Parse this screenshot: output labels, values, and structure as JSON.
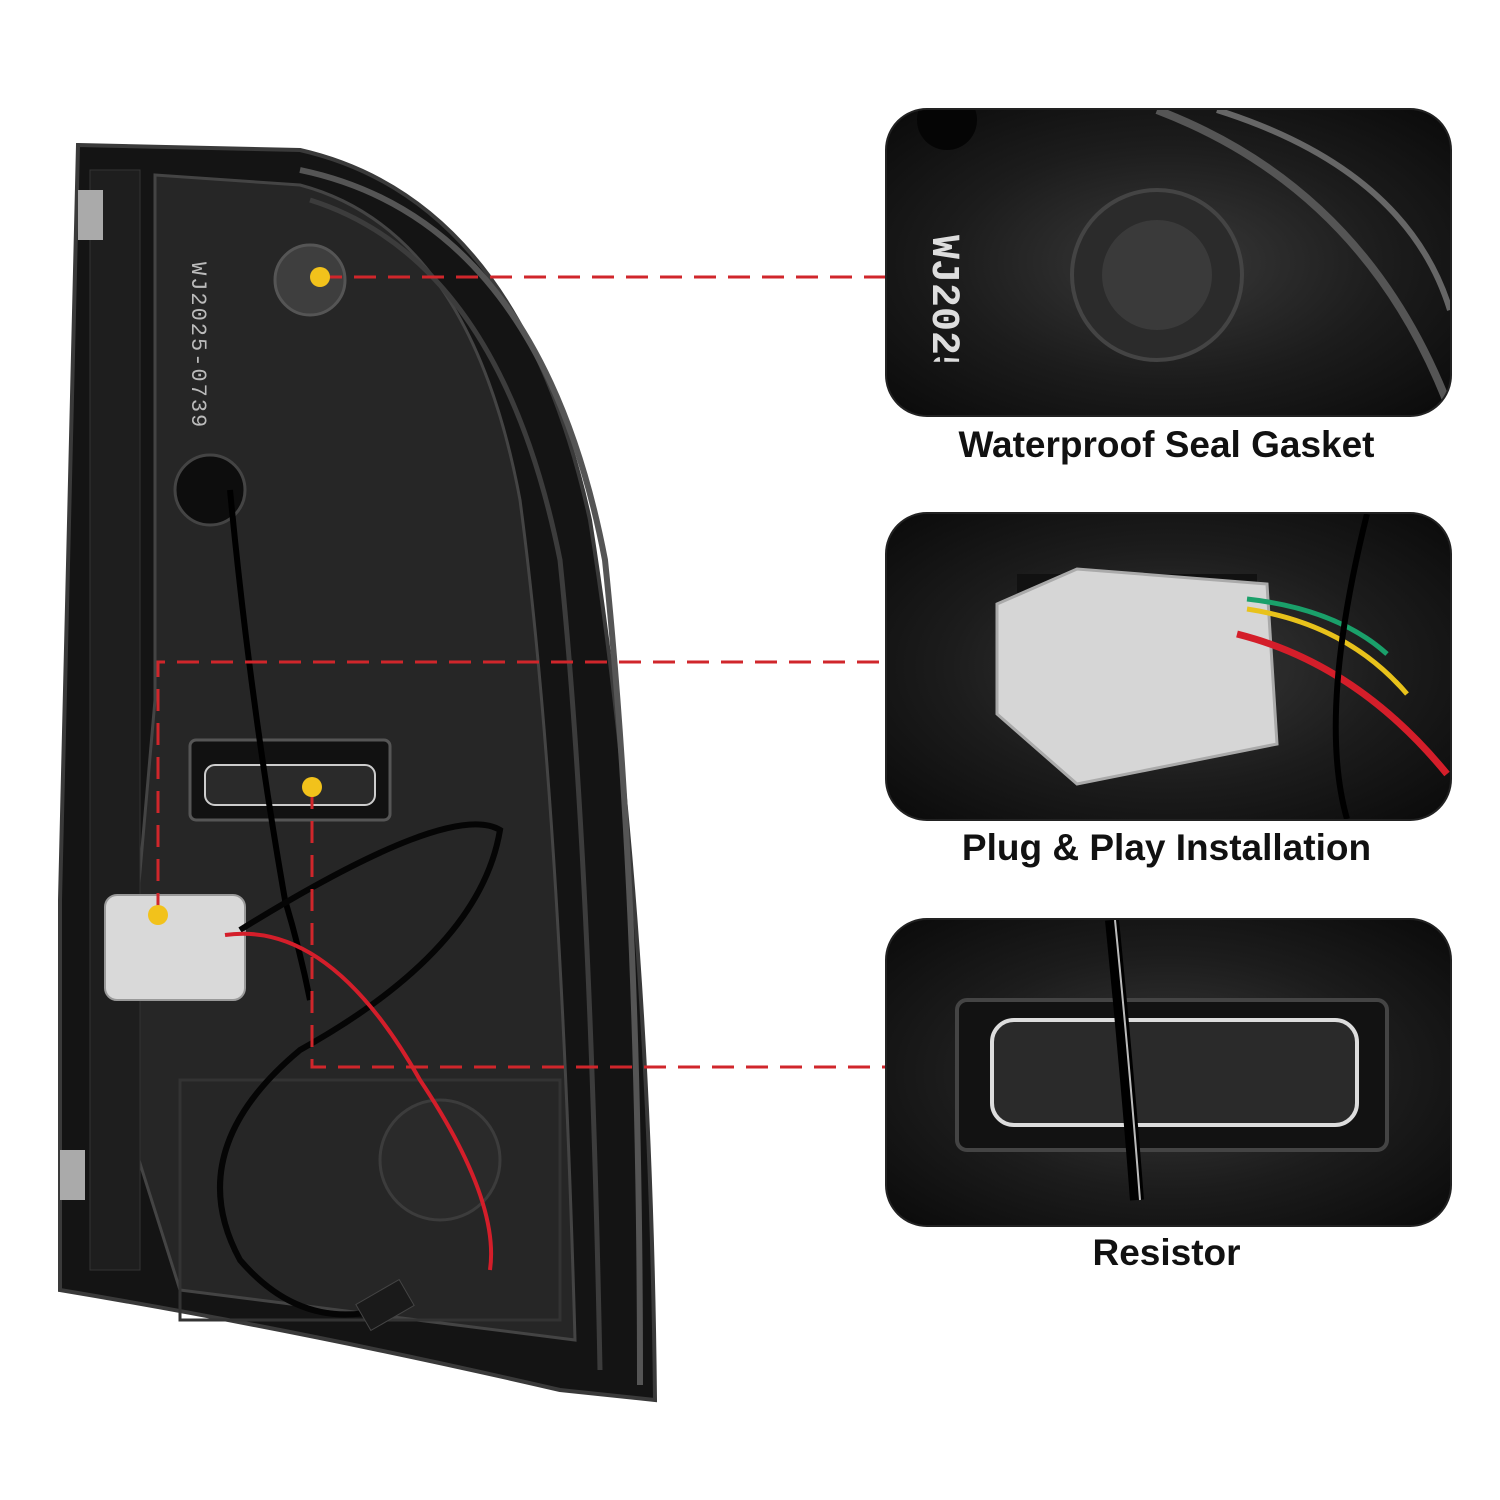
{
  "product": {
    "part_code": "WJ2025-0739"
  },
  "callouts": [
    {
      "label": "Waterproof Seal Gasket"
    },
    {
      "label": "Plug & Play Installation"
    },
    {
      "label": "Resistor"
    }
  ],
  "colors": {
    "leader_line": "#d0262b",
    "marker_dot": "#f2c21b",
    "housing": "#1a1a1a"
  }
}
